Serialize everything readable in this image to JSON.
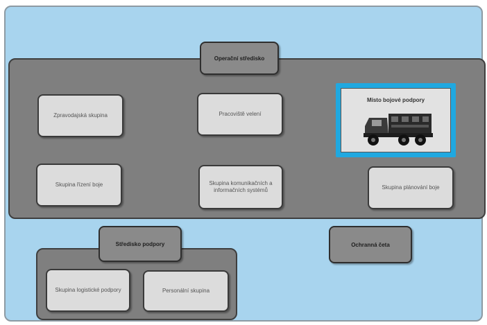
{
  "diagram": {
    "operations_group": {
      "title": "Operační středisko",
      "units": [
        "Zpravodajská skupina",
        "Pracoviště velení",
        "Místo bojové podpory",
        "Skupina řízení boje",
        "Skupina komunikačních a informačních systémů",
        "Skupina plánování boje"
      ]
    },
    "support_group": {
      "title": "Středisko podpory",
      "units": [
        "Skupina logistické podpory",
        "Personální skupina"
      ]
    },
    "protection_unit": {
      "title": "Ochranná četa"
    }
  },
  "colors": {
    "background": "#a8d4ee",
    "panel": "#7f7f7f",
    "box": "#dcdcdc",
    "highlight": "#20a8e0"
  },
  "icons": {
    "highlight_picture": "military-truck-icon"
  }
}
